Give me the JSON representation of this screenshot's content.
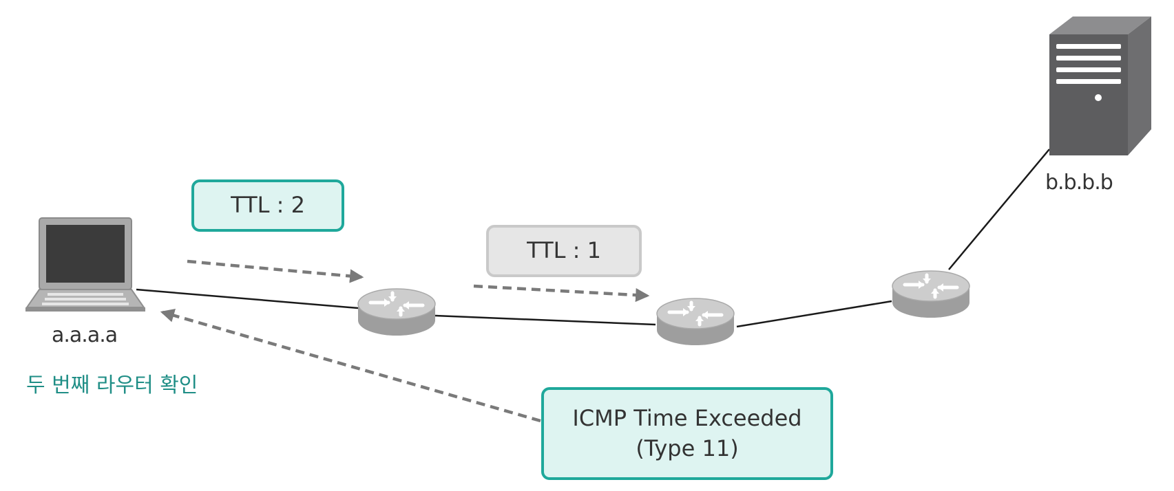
{
  "hosts": {
    "source": {
      "label": "a.a.a.a",
      "icon": "laptop-icon"
    },
    "destination": {
      "label": "b.b.b.b",
      "icon": "server-icon"
    }
  },
  "routers": [
    {
      "icon": "router-icon"
    },
    {
      "icon": "router-icon"
    },
    {
      "icon": "router-icon"
    }
  ],
  "caption": "두 번째 라우터 확인",
  "packets": [
    {
      "label": "TTL : 2",
      "style": "teal"
    },
    {
      "label": "TTL : 1",
      "style": "gray"
    }
  ],
  "reply": {
    "line1": "ICMP Time Exceeded",
    "line2": "(Type 11)"
  },
  "colors": {
    "accent": "#1fa89b",
    "accent_fill": "#def4f1",
    "caption": "#1f8e86",
    "gray_box_fill": "#e6e6e6",
    "gray_box_border": "#c9c9c9",
    "arrow": "#7a7a7a",
    "device": "#5c5c5e"
  }
}
